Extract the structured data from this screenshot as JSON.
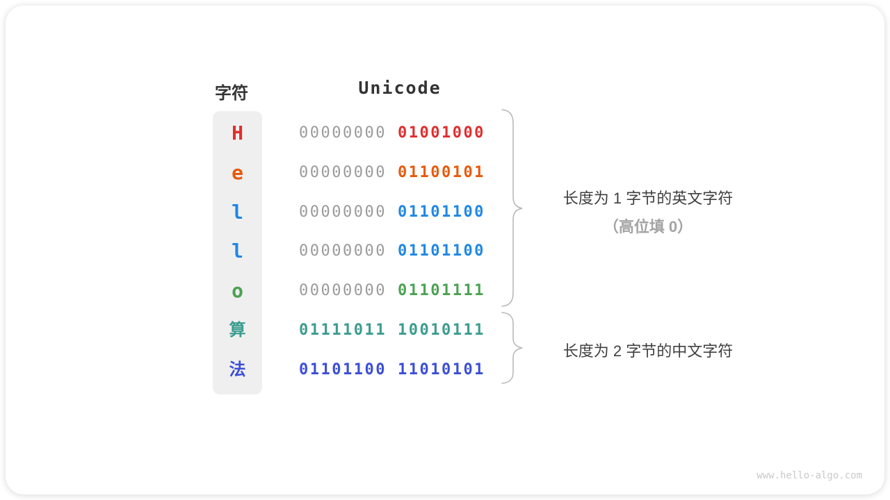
{
  "diagram": {
    "char_header": "字符",
    "unicode_header": "Unicode",
    "rows": [
      {
        "char": "H",
        "byte1": "00000000",
        "byte2": "01001000",
        "color": "#e12d2d",
        "byte1_color": "#9a9a9a"
      },
      {
        "char": "e",
        "byte1": "00000000",
        "byte2": "01100101",
        "color": "#e8590c",
        "byte1_color": "#9a9a9a"
      },
      {
        "char": "l",
        "byte1": "00000000",
        "byte2": "01101100",
        "color": "#1f87e5",
        "byte1_color": "#9a9a9a"
      },
      {
        "char": "l",
        "byte1": "00000000",
        "byte2": "01101100",
        "color": "#1f87e5",
        "byte1_color": "#9a9a9a"
      },
      {
        "char": "o",
        "byte1": "00000000",
        "byte2": "01101111",
        "color": "#4ba251",
        "byte1_color": "#9a9a9a"
      },
      {
        "char": "算",
        "byte1": "01111011",
        "byte2": "10010111",
        "color": "#3a9c8e",
        "byte1_color": "#3a9c8e"
      },
      {
        "char": "法",
        "byte1": "01101100",
        "byte2": "11010101",
        "color": "#3b4ed6",
        "byte1_color": "#3b4ed6"
      }
    ]
  },
  "annotations": {
    "english_group": {
      "line1": "长度为 1 字节的英文字符",
      "line2": "（高位填 0）"
    },
    "chinese_group": {
      "line1": "长度为 2 字节的中文字符"
    }
  },
  "watermark": "www.hello-algo.com",
  "colors": {
    "header_text": "#333333",
    "gray_byte": "#9a9a9a",
    "annotation_text": "#404040",
    "annotation_muted": "#a3a3a3",
    "brace": "#b5b5b5",
    "pill_bg": "#efefef",
    "watermark": "#c9c9c9"
  }
}
